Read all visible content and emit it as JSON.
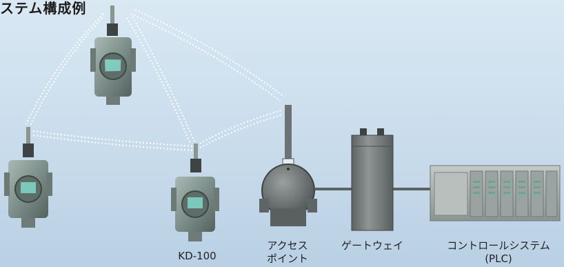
{
  "title": "ステム構成例",
  "labels": {
    "transmitter": "KD-100",
    "access_point_line1": "アクセス",
    "access_point_line2": "ポイント",
    "gateway": "ゲートウェイ",
    "control_line1": "コントロールシステム",
    "control_line2": "(PLC)"
  },
  "colors": {
    "wave": "#f4f6f8",
    "device_body": "#7d8f8a",
    "device_dark": "#4e5e5a",
    "screen": "#7fd3c4",
    "ap_body": "#6f7574",
    "gateway_body": "#7c8080",
    "plc_body": "#a8b0ae"
  },
  "icons": [
    "wireless-signal-icon",
    "antenna-icon"
  ]
}
